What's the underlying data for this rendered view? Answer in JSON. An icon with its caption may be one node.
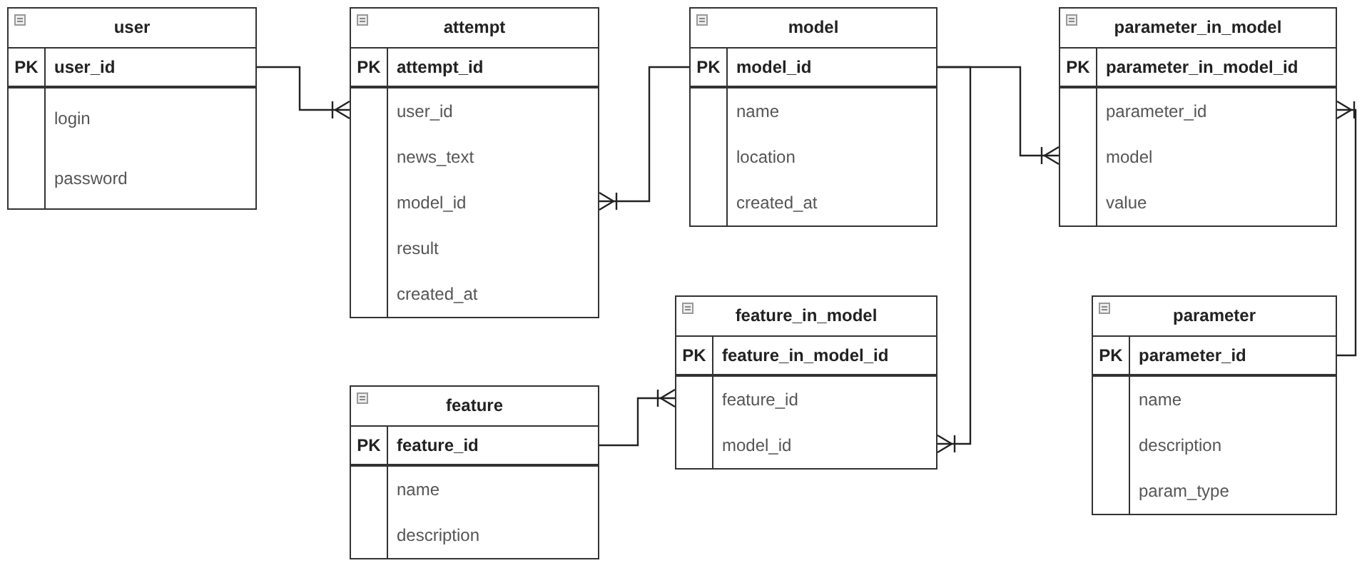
{
  "diagram": {
    "nodes": [
      {
        "text": [
          "user",
          "PK",
          "user_id",
          "login",
          "password"
        ]
      },
      {
        "text": [
          "attempt",
          "PK",
          "attempt_id",
          "user_id",
          "news_text",
          "model_id",
          "result",
          "created_at"
        ]
      },
      {
        "text": [
          "model",
          "PK",
          "model_id",
          "name",
          "location",
          "created_at"
        ]
      },
      {
        "text": [
          "parameter_in_model",
          "PK",
          "parameter_in_model_id",
          "parameter_id",
          "model",
          "value"
        ]
      },
      {
        "text": [
          "feature_in_model",
          "PK",
          "feature_in_model_id",
          "feature_id",
          "model_id"
        ]
      },
      {
        "text": [
          "parameter",
          "PK",
          "parameter_id",
          "name",
          "description",
          "param_type"
        ]
      },
      {
        "text": [
          "feature",
          "PK",
          "feature_id",
          "name",
          "description"
        ]
      }
    ],
    "edges": [
      {
        "from": 0,
        "to": 1,
        "arrow": "other"
      },
      {
        "from": 2,
        "to": 1,
        "arrow": "other"
      },
      {
        "from": 2,
        "to": 3,
        "arrow": "other"
      },
      {
        "from": 2,
        "to": 4,
        "arrow": "other"
      },
      {
        "from": 6,
        "to": 4,
        "arrow": "other"
      },
      {
        "from": 5,
        "to": 3,
        "arrow": "other"
      }
    ]
  }
}
